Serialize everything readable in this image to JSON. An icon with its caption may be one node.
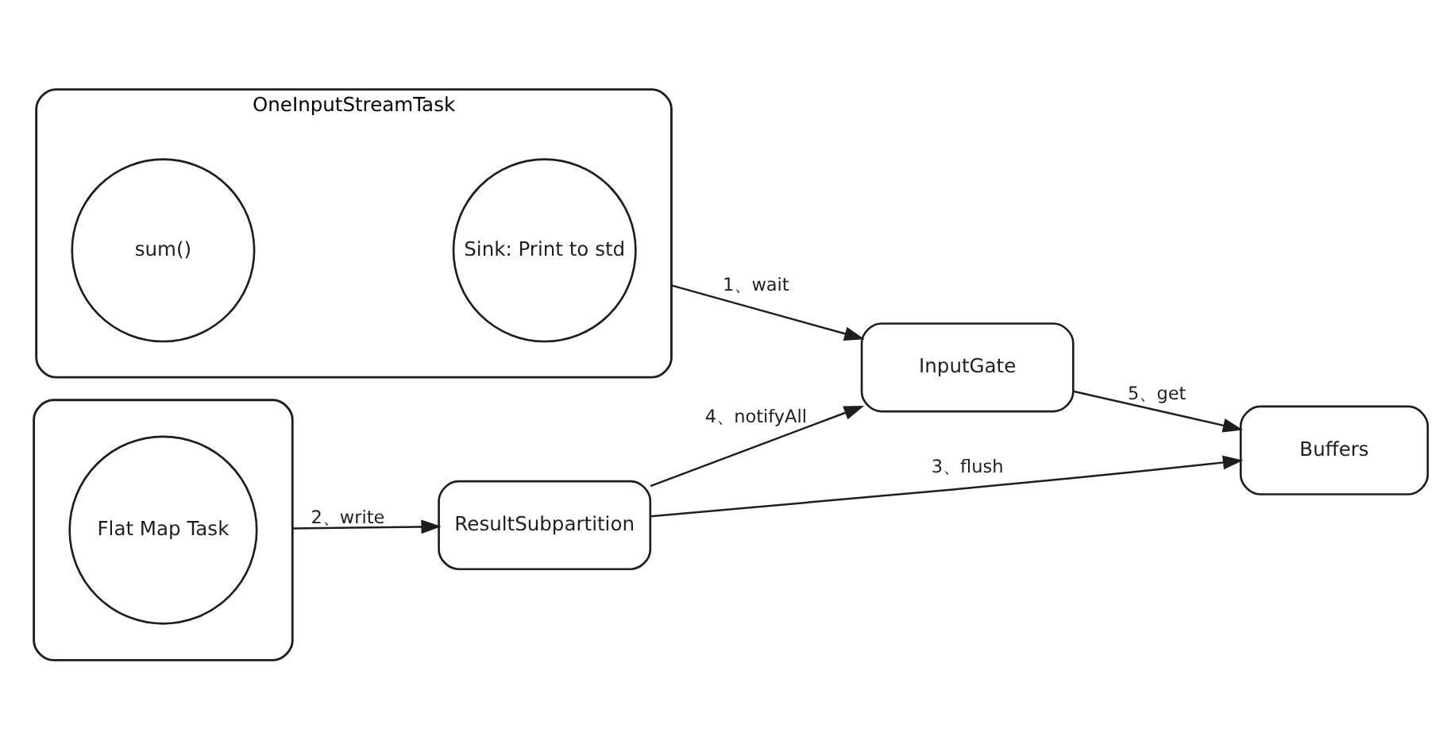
{
  "diagram": {
    "nodes": [
      {
        "text": [
          "OneInputStreamTask"
        ]
      },
      {
        "text": [
          "sum()"
        ],
        "in": 0
      },
      {
        "text": [
          "Sink: Print to std"
        ],
        "in": 0
      },
      {
        "text": [
          "InputGate"
        ]
      },
      {
        "text": [
          "Buffers"
        ]
      },
      {
        "text": [],
        "shape": "box"
      },
      {
        "text": [
          "Flat Map Task"
        ],
        "in": 5
      },
      {
        "text": [
          "ResultSubpartition"
        ]
      }
    ],
    "edges": [
      {
        "from": 0,
        "to": 3,
        "arrow": "to",
        "label": "1、wait"
      },
      {
        "from": 5,
        "to": 7,
        "arrow": "to",
        "label": "2、write"
      },
      {
        "from": 7,
        "to": 4,
        "arrow": "to",
        "label": "3、flush"
      },
      {
        "from": 7,
        "to": 3,
        "arrow": "to",
        "label": "4、notifyAll"
      },
      {
        "from": 3,
        "to": 4,
        "arrow": "to",
        "label": "5、get"
      }
    ]
  }
}
